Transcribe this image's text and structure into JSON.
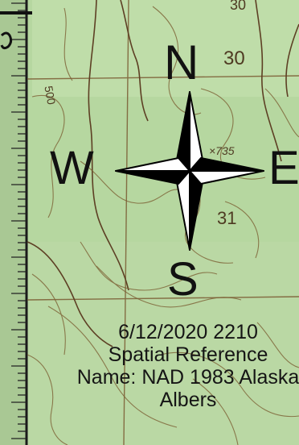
{
  "compass": {
    "north": "N",
    "south": "S",
    "east": "E",
    "west": "W"
  },
  "map": {
    "elevation_labels": [
      "30",
      "30",
      "500",
      "×735",
      "31"
    ]
  },
  "caption": {
    "date_time": "6/12/2020 2210",
    "line2": "Spatial Reference",
    "line3": "Name: NAD 1983 Alaska",
    "line4": "Albers"
  },
  "colors": {
    "map_background": "#b8d8a2",
    "grid_line": "#8a6a3a",
    "contour": "#7c6034",
    "road": "#6b4a2c",
    "compass": "#000000"
  }
}
